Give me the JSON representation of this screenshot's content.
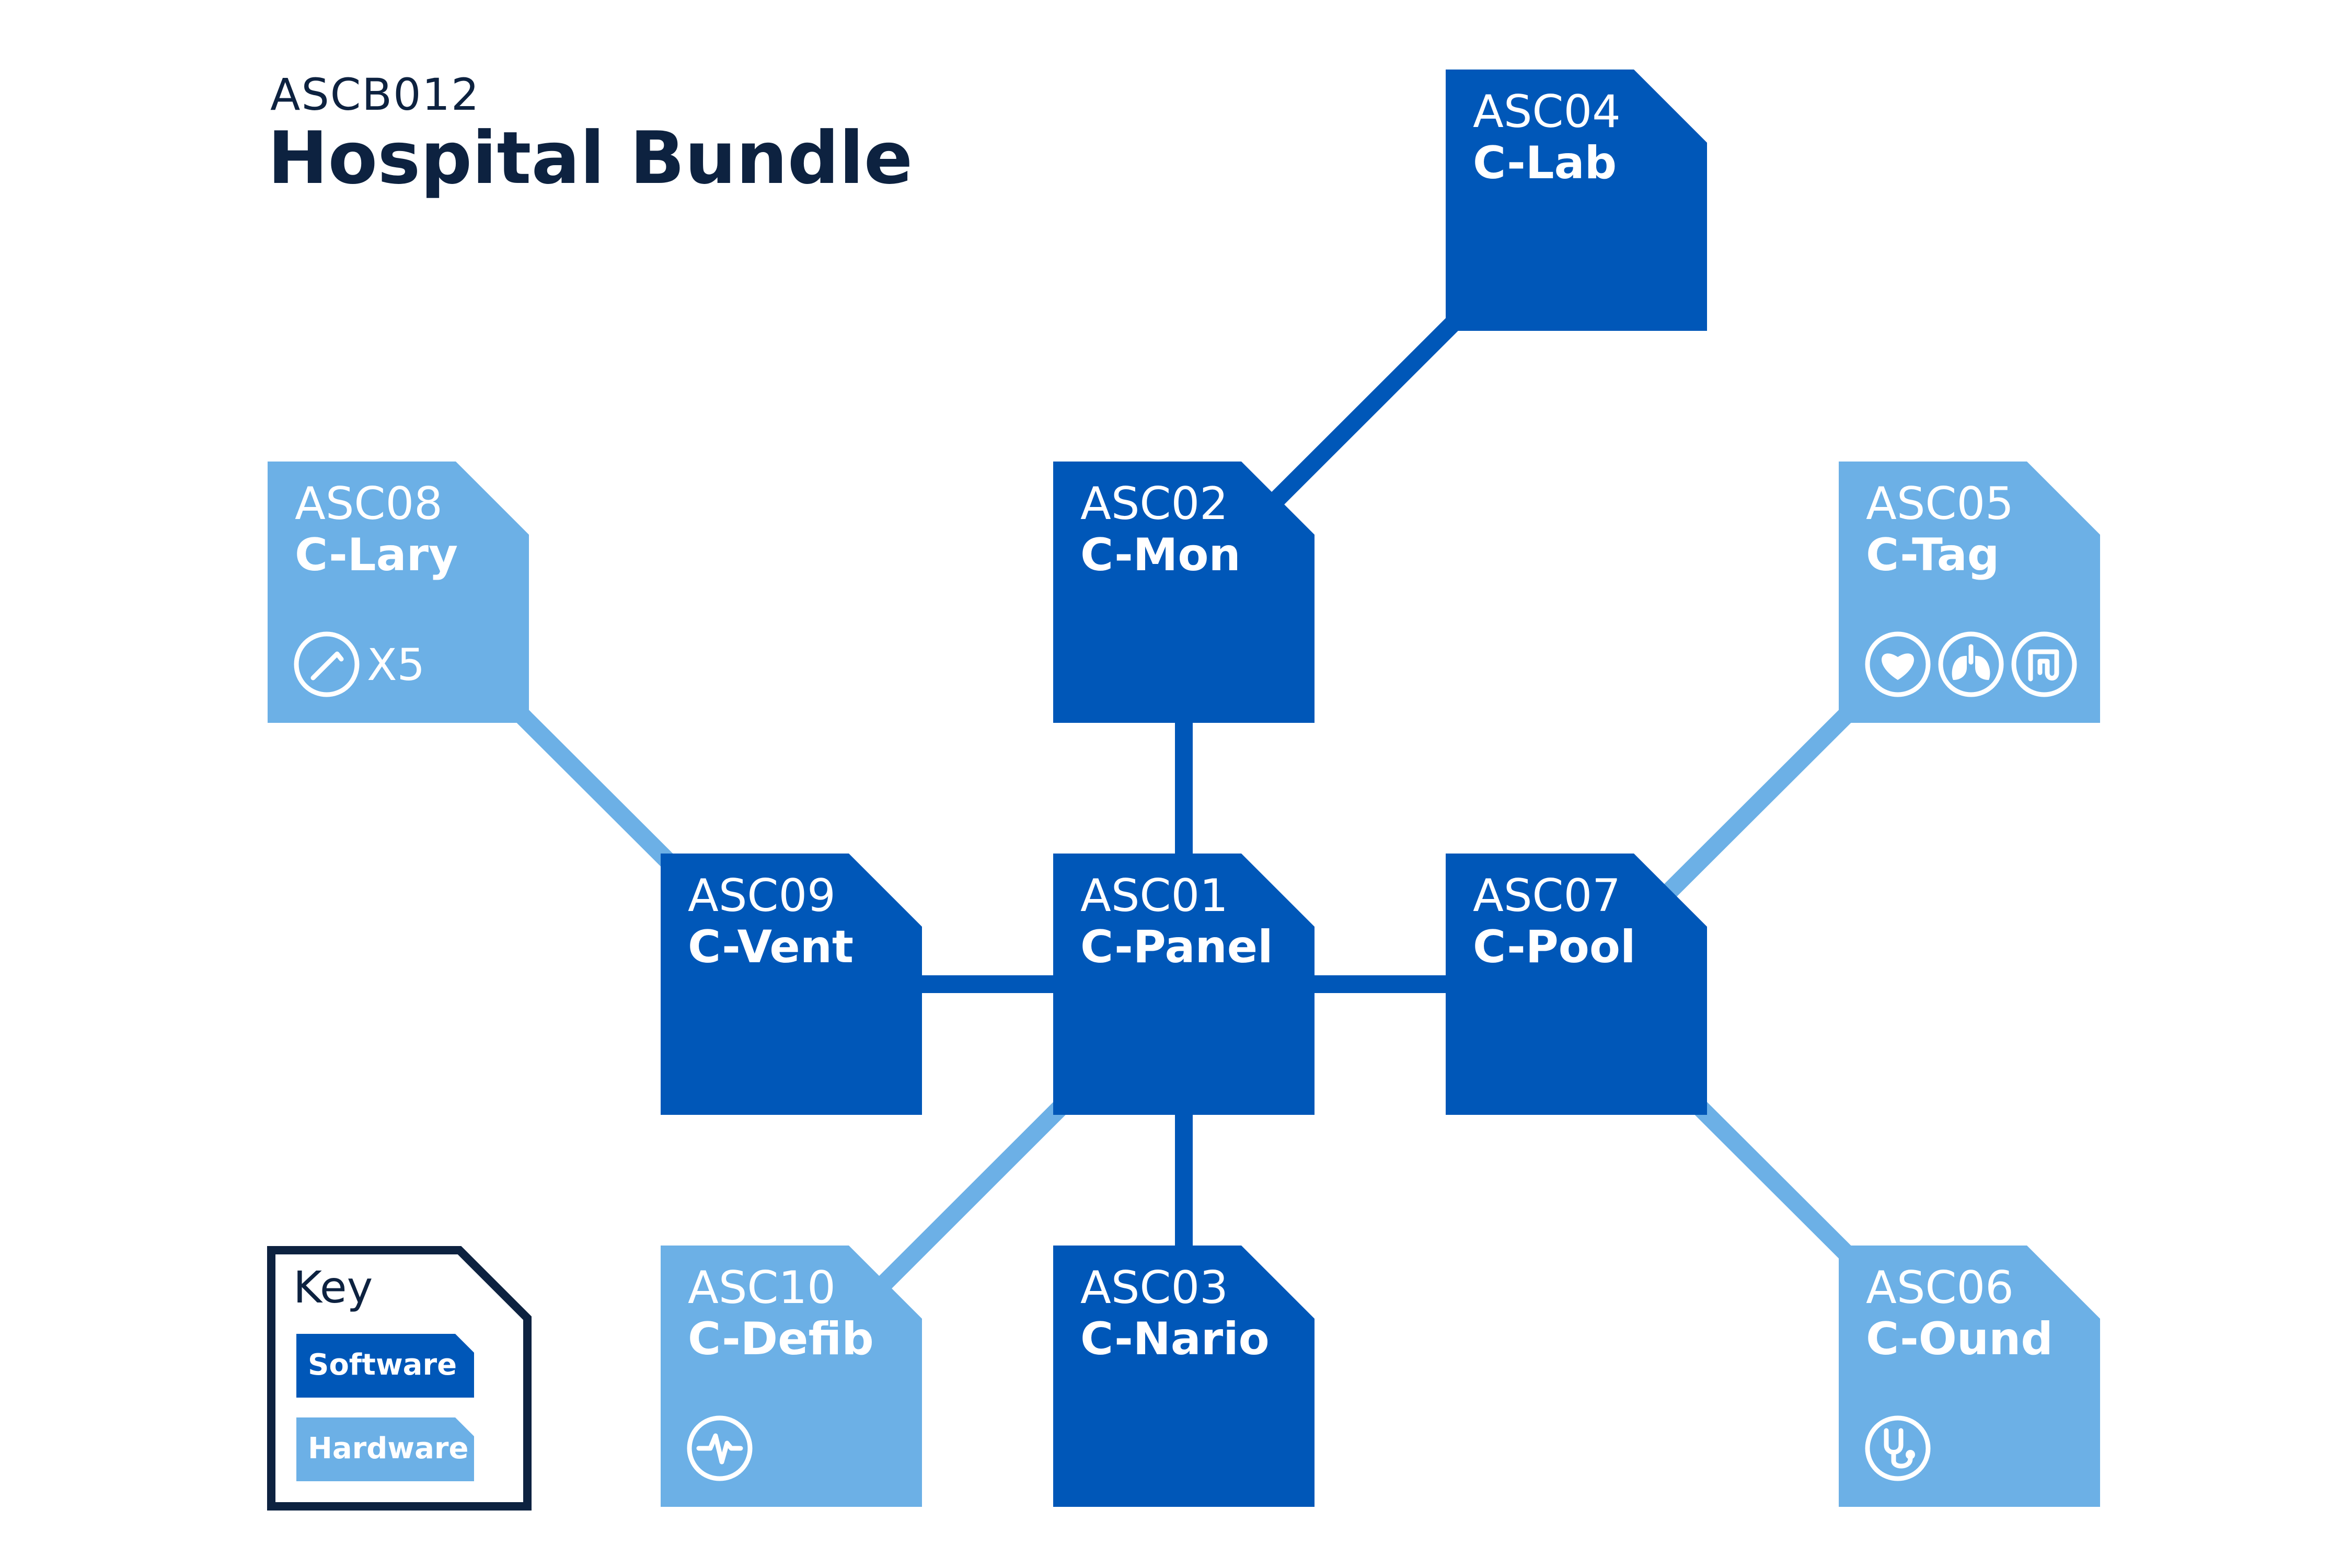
{
  "header": {
    "code": "ASCB012",
    "title": "Hospital Bundle"
  },
  "colors": {
    "software": "#0057b8",
    "hardware": "#6cb0e6",
    "dark": "#0d2240",
    "white": "#ffffff"
  },
  "nodes": [
    {
      "id": "ASC04",
      "code": "ASC04",
      "name": "C-Lab",
      "kind": "software",
      "icons": []
    },
    {
      "id": "ASC08",
      "code": "ASC08",
      "name": "C-Lary",
      "kind": "hardware",
      "icons": [
        "laryngoscope-icon"
      ],
      "icon_text": "X5"
    },
    {
      "id": "ASC02",
      "code": "ASC02",
      "name": "C-Mon",
      "kind": "software",
      "icons": []
    },
    {
      "id": "ASC05",
      "code": "ASC05",
      "name": "C-Tag",
      "kind": "hardware",
      "icons": [
        "heart-icon",
        "lungs-icon",
        "intestine-icon"
      ]
    },
    {
      "id": "ASC09",
      "code": "ASC09",
      "name": "C-Vent",
      "kind": "software",
      "icons": []
    },
    {
      "id": "ASC01",
      "code": "ASC01",
      "name": "C-Panel",
      "kind": "software",
      "icons": []
    },
    {
      "id": "ASC07",
      "code": "ASC07",
      "name": "C-Pool",
      "kind": "software",
      "icons": []
    },
    {
      "id": "ASC10",
      "code": "ASC10",
      "name": "C-Defib",
      "kind": "hardware",
      "icons": [
        "pulse-icon"
      ]
    },
    {
      "id": "ASC03",
      "code": "ASC03",
      "name": "C-Nario",
      "kind": "software",
      "icons": []
    },
    {
      "id": "ASC06",
      "code": "ASC06",
      "name": "C-Ound",
      "kind": "hardware",
      "icons": [
        "stethoscope-icon"
      ]
    }
  ],
  "edges": [
    {
      "from": "ASC02",
      "to": "ASC04",
      "kind": "software"
    },
    {
      "from": "ASC01",
      "to": "ASC02",
      "kind": "software"
    },
    {
      "from": "ASC01",
      "to": "ASC09",
      "kind": "software"
    },
    {
      "from": "ASC01",
      "to": "ASC07",
      "kind": "software"
    },
    {
      "from": "ASC01",
      "to": "ASC03",
      "kind": "software"
    },
    {
      "from": "ASC09",
      "to": "ASC08",
      "kind": "hardware"
    },
    {
      "from": "ASC01",
      "to": "ASC10",
      "kind": "hardware"
    },
    {
      "from": "ASC07",
      "to": "ASC05",
      "kind": "hardware"
    },
    {
      "from": "ASC07",
      "to": "ASC06",
      "kind": "hardware"
    }
  ],
  "legend": {
    "title": "Key",
    "software_label": "Software",
    "hardware_label": "Hardware"
  }
}
